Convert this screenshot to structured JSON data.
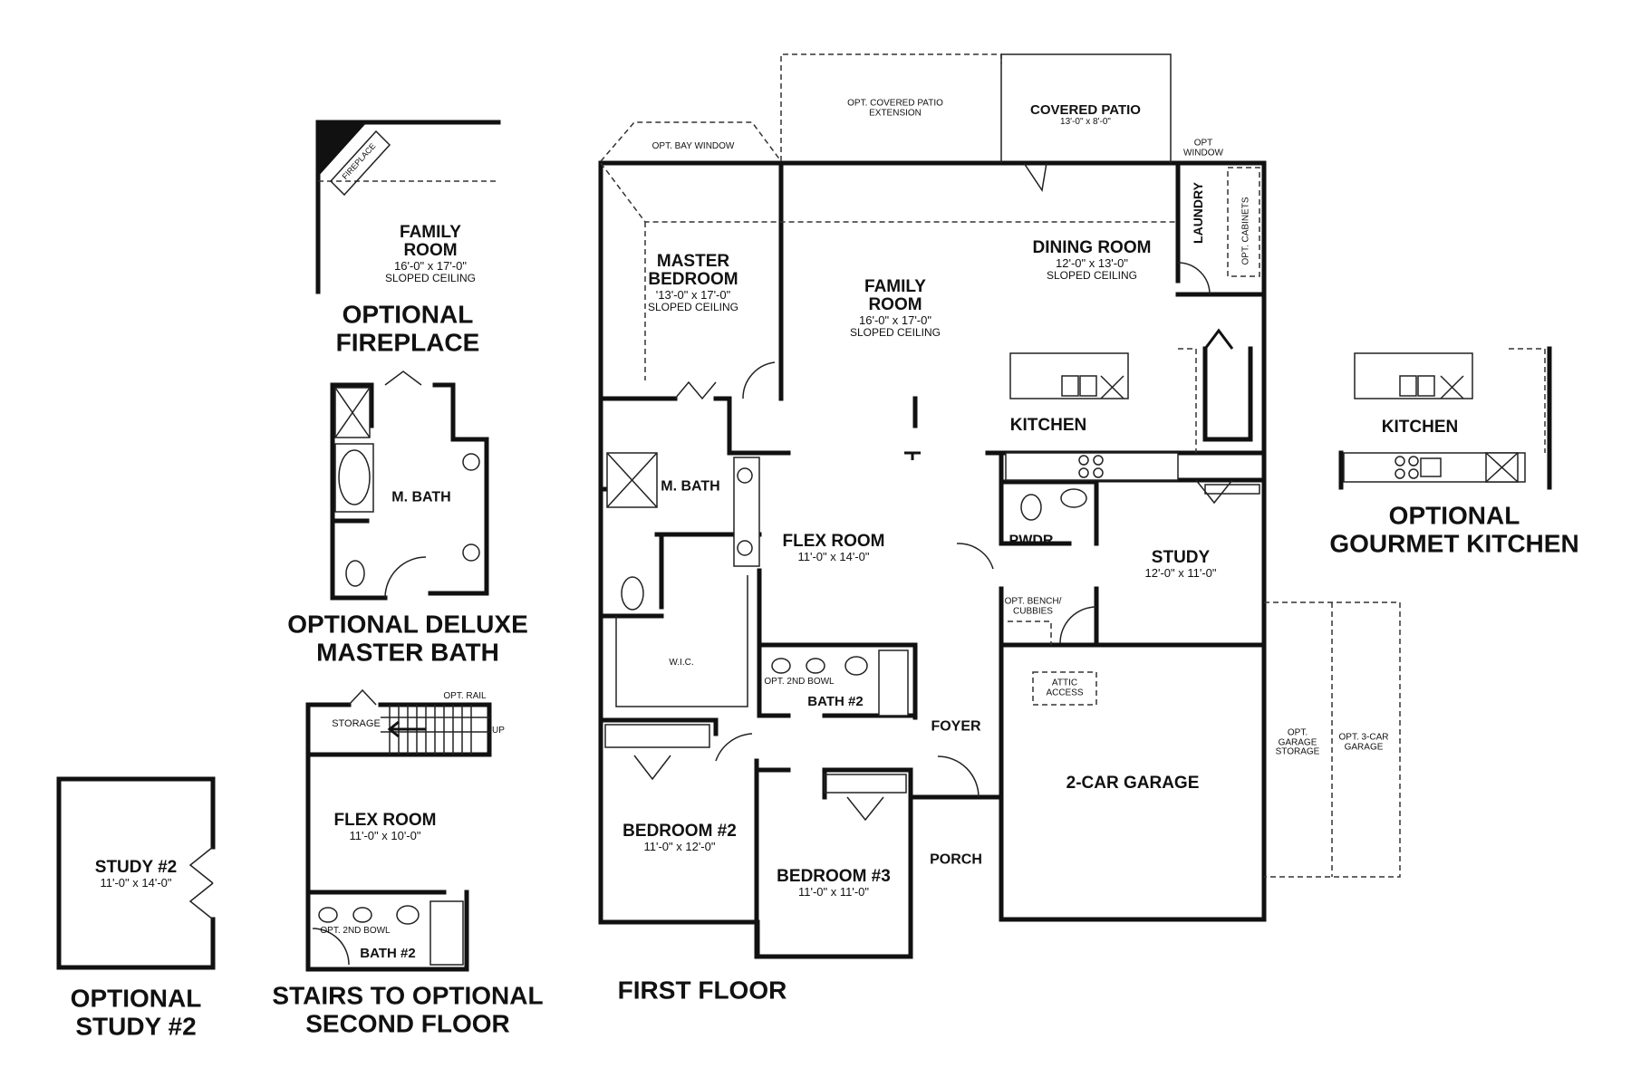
{
  "first_floor": {
    "caption": "FIRST FLOOR",
    "opt_bay_window": "OPT. BAY WINDOW",
    "opt_covered_patio_ext": [
      "OPT. COVERED PATIO",
      "EXTENSION"
    ],
    "covered_patio": {
      "name": "COVERED PATIO",
      "dims": "13'-0\" x 8'-0\""
    },
    "opt_window": [
      "OPT",
      "WINDOW"
    ],
    "laundry": "LAUNDRY",
    "opt_cabinets": "OPT. CABINETS",
    "dining_room": {
      "name": "DINING ROOM",
      "dims": "12'-0\" x 13'-0\"",
      "note": "SLOPED CEILING"
    },
    "master_bedroom": {
      "name": [
        "MASTER",
        "BEDROOM"
      ],
      "dims": "'13'-0\" x 17'-0\"",
      "note": "SLOPED CEILING"
    },
    "family_room": {
      "name": [
        "FAMILY",
        "ROOM"
      ],
      "dims": "16'-0\" x 17'-0\"",
      "note": "SLOPED CEILING"
    },
    "kitchen": "KITCHEN",
    "m_bath": "M. BATH",
    "flex_room": {
      "name": "FLEX ROOM",
      "dims": "11'-0\" x 14'-0\""
    },
    "pwdr": "PWDR",
    "study": {
      "name": "STUDY",
      "dims": "12'-0\" x 11'-0\""
    },
    "opt_bench": [
      "OPT. BENCH/",
      "CUBBIES"
    ],
    "wic": "W.I.C.",
    "opt_2nd_bowl": "OPT. 2ND BOWL",
    "bath2": "BATH #2",
    "attic_access": [
      "ATTIC",
      "ACCESS"
    ],
    "foyer": "FOYER",
    "garage": "2-CAR GARAGE",
    "opt_garage_storage": [
      "OPT.",
      "GARAGE",
      "STORAGE"
    ],
    "opt_3car_garage": [
      "OPT. 3-CAR",
      "GARAGE"
    ],
    "bedroom2": {
      "name": "BEDROOM #2",
      "dims": "11'-0\" x 12'-0\""
    },
    "bedroom3": {
      "name": "BEDROOM #3",
      "dims": "11'-0\" x 11'-0\""
    },
    "porch": "PORCH"
  },
  "opt_fireplace": {
    "fireplace_label": "FIREPLACE",
    "room": {
      "name": [
        "FAMILY",
        "ROOM"
      ],
      "dims": "16'-0\" x 17'-0\"",
      "note": "SLOPED CEILING"
    },
    "caption": [
      "OPTIONAL",
      "FIREPLACE"
    ]
  },
  "opt_master_bath": {
    "room": "M. BATH",
    "caption": [
      "OPTIONAL DELUXE",
      "MASTER BATH"
    ]
  },
  "opt_stairs": {
    "opt_rail": "OPT. RAIL",
    "storage": "STORAGE",
    "up": "UP",
    "flex_room": {
      "name": "FLEX ROOM",
      "dims": "11'-0\" x 10'-0\""
    },
    "opt_2nd_bowl": "OPT. 2ND BOWL",
    "bath2": "BATH #2",
    "caption": [
      "STAIRS TO OPTIONAL",
      "SECOND FLOOR"
    ]
  },
  "opt_study2": {
    "room": {
      "name": "STUDY #2",
      "dims": "11'-0\" x 14'-0\""
    },
    "caption": [
      "OPTIONAL",
      "STUDY #2"
    ]
  },
  "opt_kitchen": {
    "room": "KITCHEN",
    "caption": [
      "OPTIONAL",
      "GOURMET KITCHEN"
    ]
  }
}
